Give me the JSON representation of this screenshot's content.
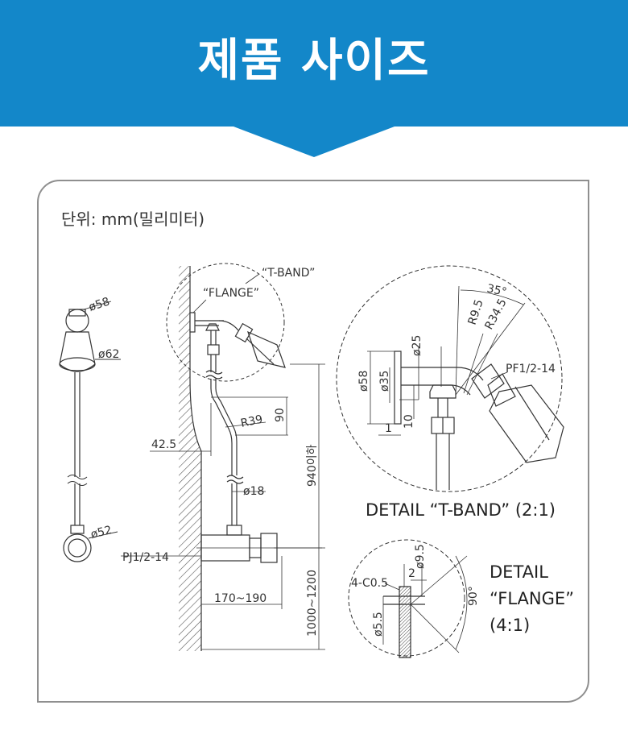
{
  "header": {
    "title": "제품 사이즈",
    "color": "#1387c9"
  },
  "unit_label": "단위: mm(밀리미터)",
  "front_view": {
    "dims": [
      "ø58",
      "ø62",
      "ø52"
    ]
  },
  "side_view": {
    "labels": {
      "tband": "“T-BAND”",
      "flange": "“FLANGE”",
      "r39": "R39",
      "d90": "90",
      "d42": "42.5",
      "d18": "ø18",
      "pj": "PJ1/2-14",
      "range_h": "170~190",
      "height": "940이하",
      "range_v": "1000~1200"
    }
  },
  "detail_tband": {
    "caption": "DETAIL “T-BAND” (2:1)",
    "labels": {
      "a35": "35°",
      "r95": "R9.5",
      "r345": "R34.5",
      "d25": "ø25",
      "pf": "PF1/2-14",
      "d58": "ø58",
      "d35": "ø35",
      "d10": "10",
      "d1": "1"
    }
  },
  "detail_flange": {
    "caption_line1": "DETAIL",
    "caption_line2": "“FLANGE”",
    "caption_line3": "(4:1)",
    "labels": {
      "d95": "ø9.5",
      "d2": "2",
      "c05": "4-C0.5",
      "a90": "90°",
      "d55": "ø5.5"
    }
  }
}
